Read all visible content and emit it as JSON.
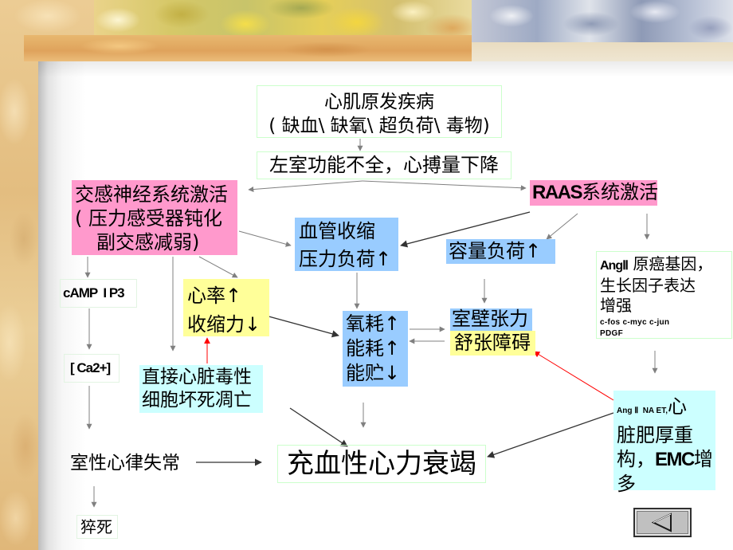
{
  "colors": {
    "sympathetic_fill": "#ff99cc",
    "hemodynamic_fill": "#99ccff",
    "cardiac_fill": "#ffff99",
    "injury_fill": "#ccffff",
    "box_border": "#ccffcc",
    "arrow": "#808080",
    "arrow_dark": "#333333",
    "arrow_red": "#ff0000"
  },
  "diagram": {
    "primary_disease": {
      "line1": "心肌原发疾病",
      "line2": "( 缺血\\ 缺氧\\ 超负荷\\ 毒物)"
    },
    "lv_dysfunction": "左室功能不全，心搏量下降",
    "sympathetic": {
      "line1": "交感神经系统激活",
      "line2": "( 压力感受器钝化",
      "line3": "副交感减弱)"
    },
    "raas": {
      "abbr": "RAAS",
      "text": "系统激活"
    },
    "vasoconstriction": {
      "line1": "血管收缩",
      "line2": "压力负荷↑"
    },
    "volume_load": "容量负荷↑",
    "heart_rate": {
      "line1": "心率↑",
      "line2": "收缩力↓"
    },
    "energy": {
      "line1": "氧耗↑",
      "line2": "能耗↑",
      "line3": "能贮↓"
    },
    "wall_tension": "室壁张力",
    "diastolic_dysfunction": "舒张障碍",
    "cardiotoxicity": {
      "line1": "直接心脏毒性",
      "line2": "细胞坏死凋亡"
    },
    "second_messengers": "cAMP  I P3",
    "calcium": "[ Ca2+]",
    "ventricular_arrhythmia": "室性心律失常",
    "heart_failure": "充血性心力衰竭",
    "sudden_death": "猝死",
    "gene_expression": {
      "abbr": "AngⅡ",
      "line1": " 原癌基因，",
      "line2": "生长因子表达",
      "line3": "增强",
      "line4": "c-fos c-myc c-jun",
      "line5": "PDGF"
    },
    "remodeling": {
      "small": "Ang Ⅱ  NA ET,",
      "line1": "心",
      "line2": "脏肥厚重",
      "line3a": "构，",
      "line3b": "EMC",
      "line3c": "增",
      "line4": "多"
    }
  },
  "navigation": {
    "back_icon": "left-triangle-icon"
  }
}
